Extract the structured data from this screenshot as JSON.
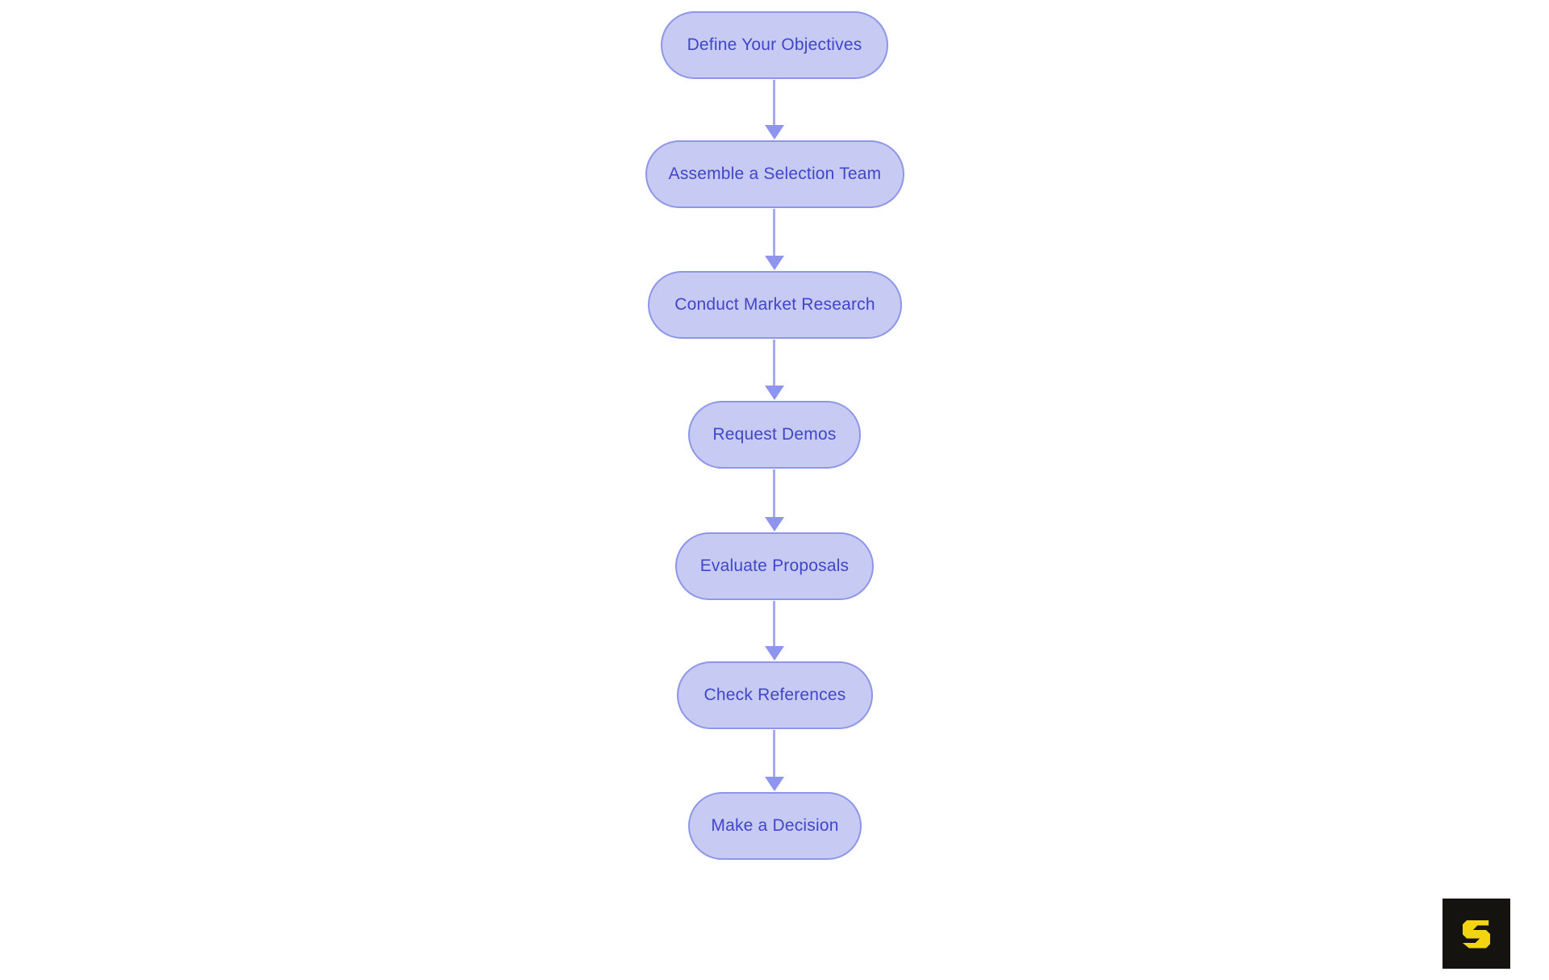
{
  "diagram": {
    "type": "flowchart",
    "direction": "top-down",
    "nodes": [
      {
        "label": "Define Your Objectives"
      },
      {
        "label": "Assemble a Selection Team"
      },
      {
        "label": "Conduct Market Research"
      },
      {
        "label": "Request Demos"
      },
      {
        "label": "Evaluate Proposals"
      },
      {
        "label": "Check References"
      },
      {
        "label": "Make a Decision"
      }
    ],
    "connections": [
      {
        "from": 0,
        "to": 1
      },
      {
        "from": 1,
        "to": 2
      },
      {
        "from": 2,
        "to": 3
      },
      {
        "from": 3,
        "to": 4
      },
      {
        "from": 4,
        "to": 5
      },
      {
        "from": 5,
        "to": 6
      }
    ]
  },
  "logo": {
    "icon": "scribe-s-icon"
  },
  "colors": {
    "background": "#ffffff",
    "node_fill": "#c7caf3",
    "node_border": "#8e96e8",
    "node_text": "#4046c8",
    "arrow": "#a5abf0",
    "arrow_head": "#8e95ee",
    "logo_bg": "#151310",
    "logo_accent": "#f2d413"
  }
}
